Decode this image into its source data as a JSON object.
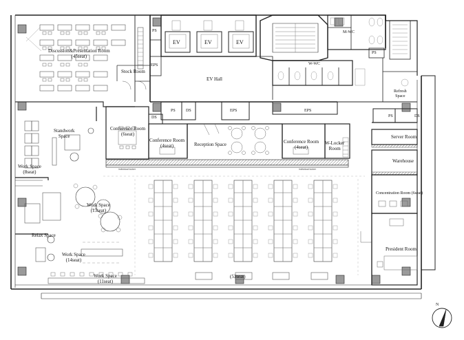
{
  "rooms": {
    "discussion": "Discussion&Presentation Room",
    "discussion_seats": "(45seat)",
    "stock": "Stock Room",
    "ev_hall": "EV Hall",
    "ev1": "EV",
    "ev2": "EV",
    "ev3": "EV",
    "ps_top": "PS",
    "eps_top": "EPS",
    "m_wc": "M-WC",
    "w_wc": "W-WC",
    "ps_right": "PS",
    "refresh_1": "Refresh",
    "refresh_2": "Space",
    "ps_mid": "PS",
    "ds_mid": "DS",
    "eps_mid": "EPS",
    "eps_right": "EPS",
    "ds_left": "DS",
    "ps_right2": "PS",
    "ds_right2": "DS",
    "standwork_1": "Standwork",
    "standwork_2": "Space",
    "conf6_1": "Conference Room",
    "conf6_2": "(6seat)",
    "conf4a_1": "Conference Room",
    "conf4a_2": "(4seat)",
    "reception": "Reception Space",
    "conf4b_1": "Conference Room",
    "conf4b_2": "(4seat)",
    "wlocker_1": "W-Locker",
    "wlocker_2": "Room",
    "server": "Server Room",
    "warehouse": "Warehouse",
    "workspace8_1": "Work Space",
    "workspace8_2": "(8seat)",
    "workspace13_1": "Work Space",
    "workspace13_2": "(13seat)",
    "concentration": "Concentration Room (6seat)",
    "relax": "Relax Space",
    "president": "President Room",
    "workspace14_1": "Work Space",
    "workspace14_2": "(14seat)",
    "workspace11_1": "Work Space",
    "workspace11_2": "(11seat)",
    "seat53": "(53seat)"
  },
  "notes": {
    "locker_left": "individual locker",
    "locker_right": "individual locker"
  },
  "compass": {
    "letter": "N"
  }
}
